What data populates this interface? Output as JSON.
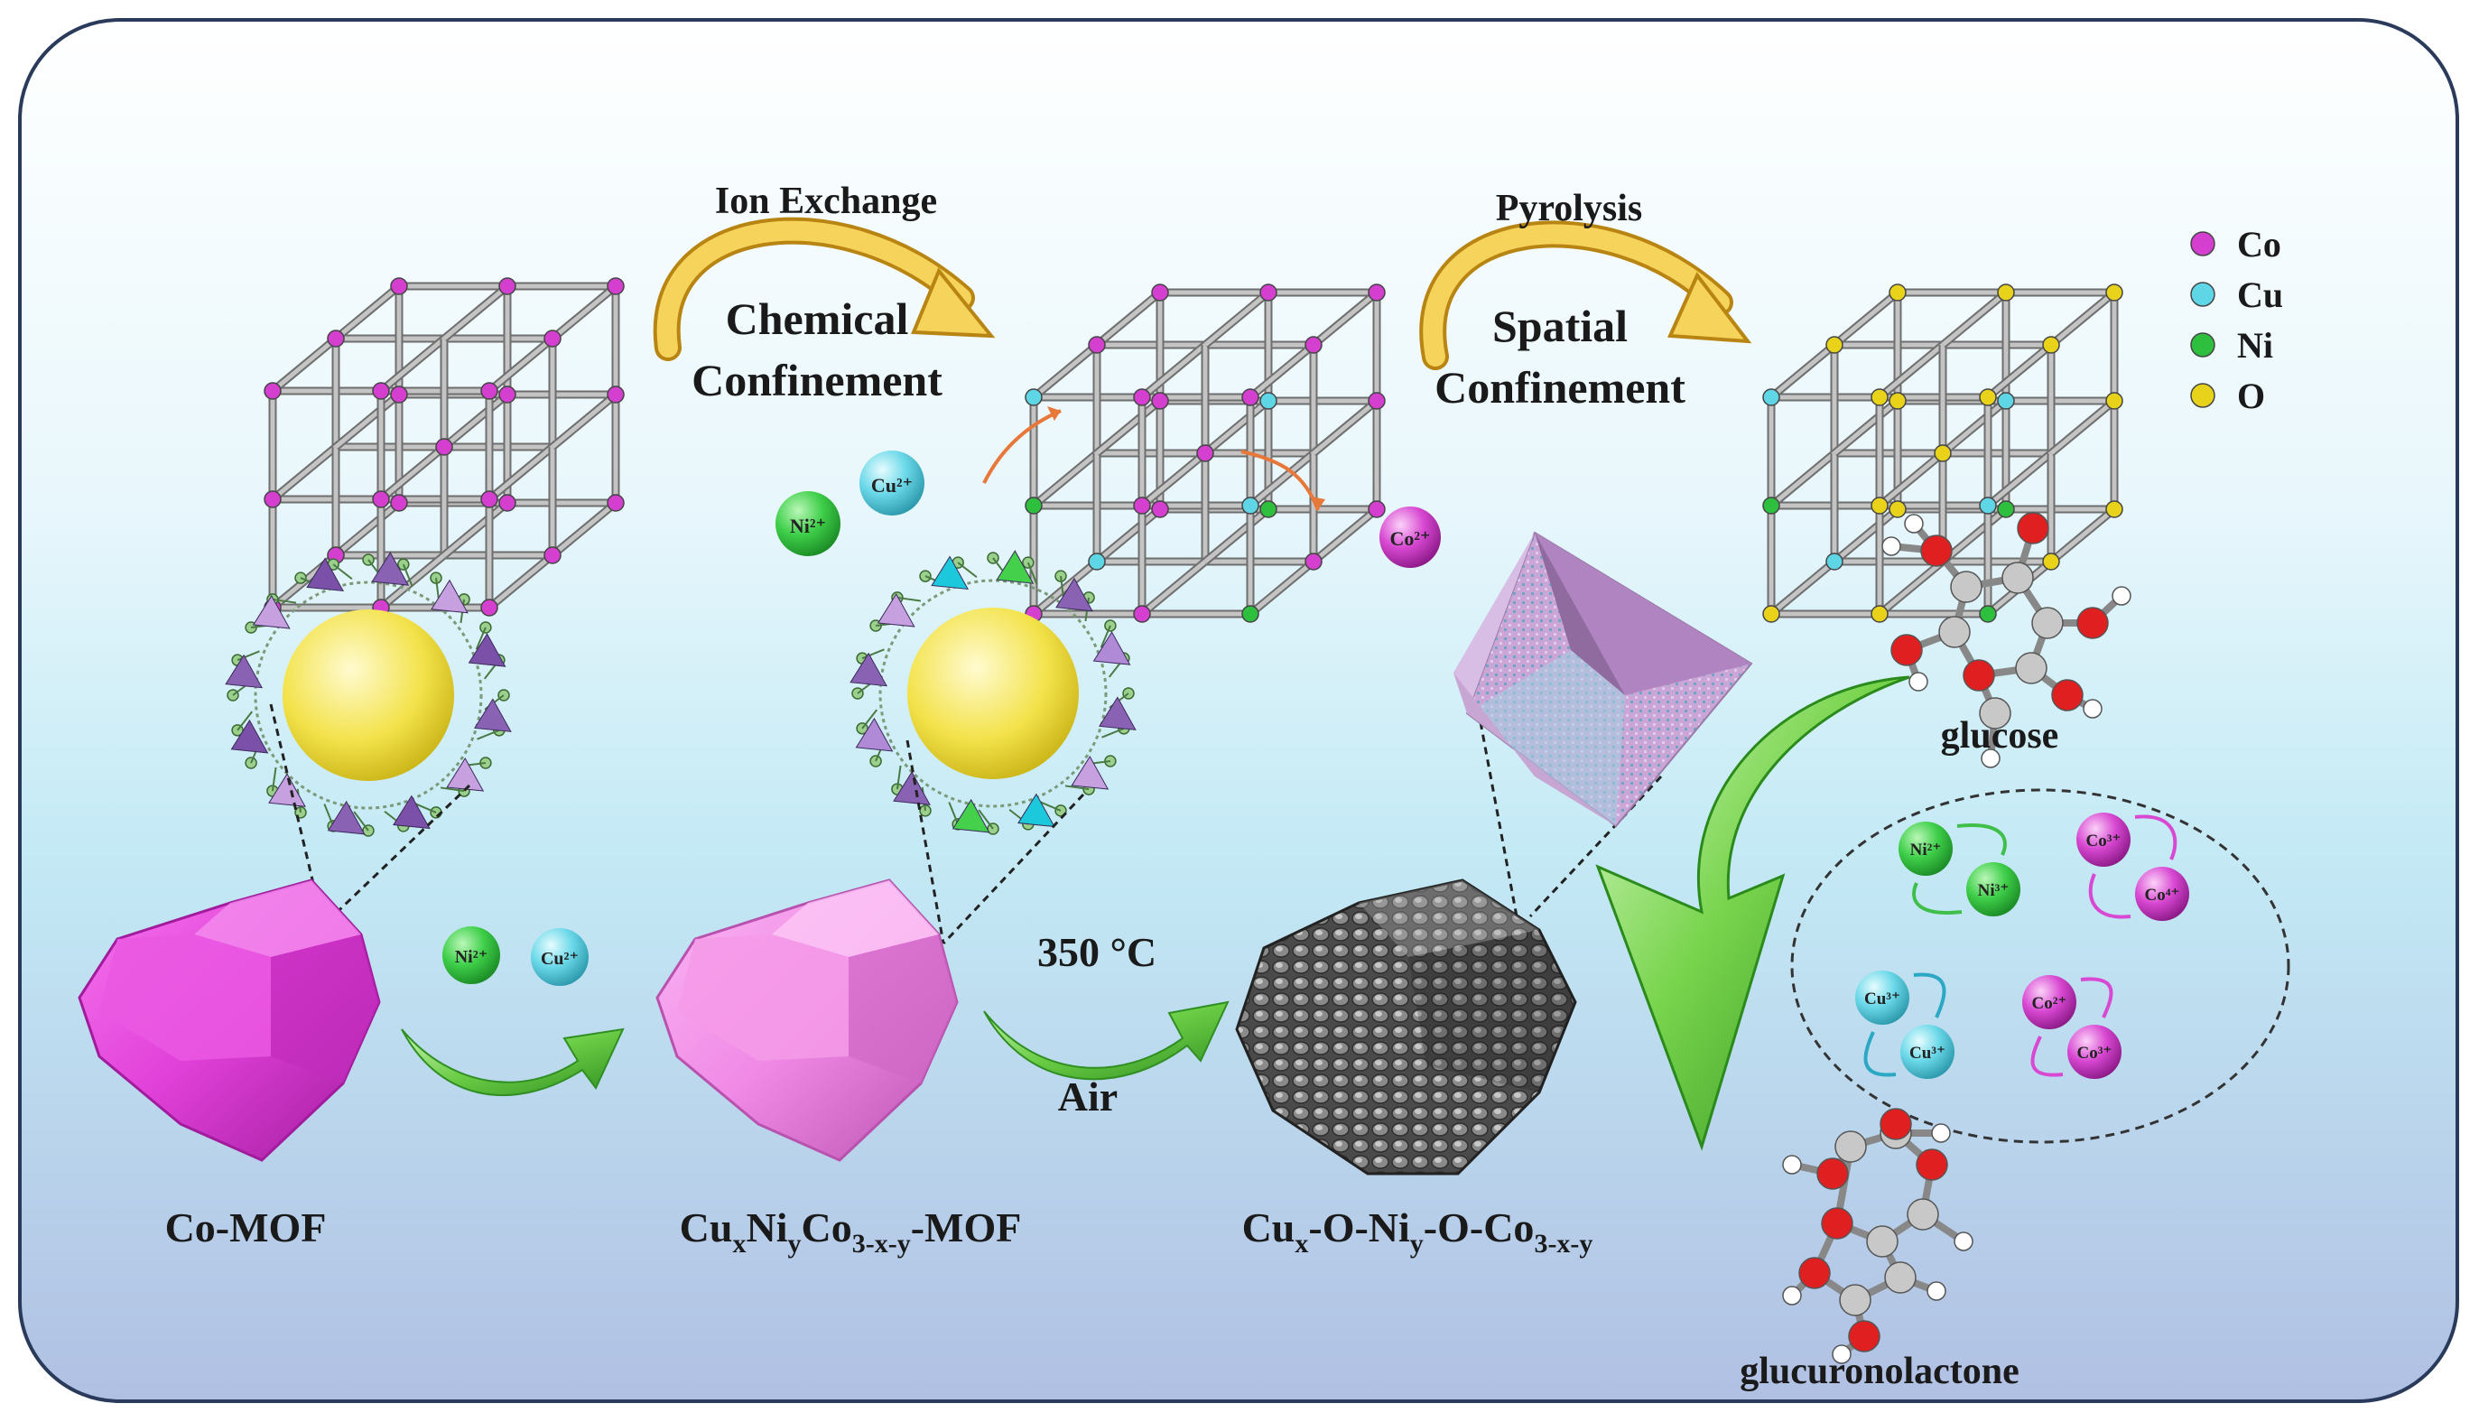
{
  "labels": {
    "ion_exchange": "Ion Exchange",
    "chemical": "Chemical",
    "confinement_1": "Confinement",
    "pyrolysis": "Pyrolysis",
    "spatial": "Spatial",
    "confinement_2": "Confinement",
    "temperature": "350 °C",
    "air": "Air",
    "glucose": "glucose",
    "glucuronolactone": "glucuronolactone"
  },
  "stages": {
    "co_mof": "Co-MOF",
    "mixed_mof": {
      "cu": "Cu",
      "x": "x",
      "ni": "Ni",
      "y": "y",
      "co": "Co",
      "sub": "3-x-y",
      "suffix": "-MOF"
    },
    "oxide": {
      "cu": "Cu",
      "x": "x",
      "o1": "-O-Ni",
      "y": "y",
      "o2": "-O-Co",
      "sub": "3-x-y"
    }
  },
  "ions": {
    "ni2": "Ni²⁺",
    "cu2": "Cu²⁺",
    "co2": "Co²⁺",
    "ni3": "Ni³⁺",
    "co3": "Co³⁺",
    "co4": "Co⁴⁺",
    "cu3a": "Cu³⁺",
    "cu3b": "Cu³⁺",
    "co2b": "Co²⁺",
    "co3b": "Co³⁺"
  },
  "legend": [
    {
      "label": "Co",
      "color": "#d43fd0"
    },
    {
      "label": "Cu",
      "color": "#5fd6e6"
    },
    {
      "label": "Ni",
      "color": "#2fbf3f"
    },
    {
      "label": "O",
      "color": "#e8d21a"
    }
  ],
  "colors": {
    "frame_border": "#2a3a5a",
    "bg_top": "#ffffff",
    "bg_mid": "#bfe8f4",
    "bg_bottom": "#b3c4e4",
    "lattice": "#9a9a9a",
    "arrow_orange": "#e8b020",
    "arrow_green": "#5cc23c",
    "co_mof": "#e040d8",
    "mixed_mof": "#f088e6",
    "oxide": "#555555"
  }
}
